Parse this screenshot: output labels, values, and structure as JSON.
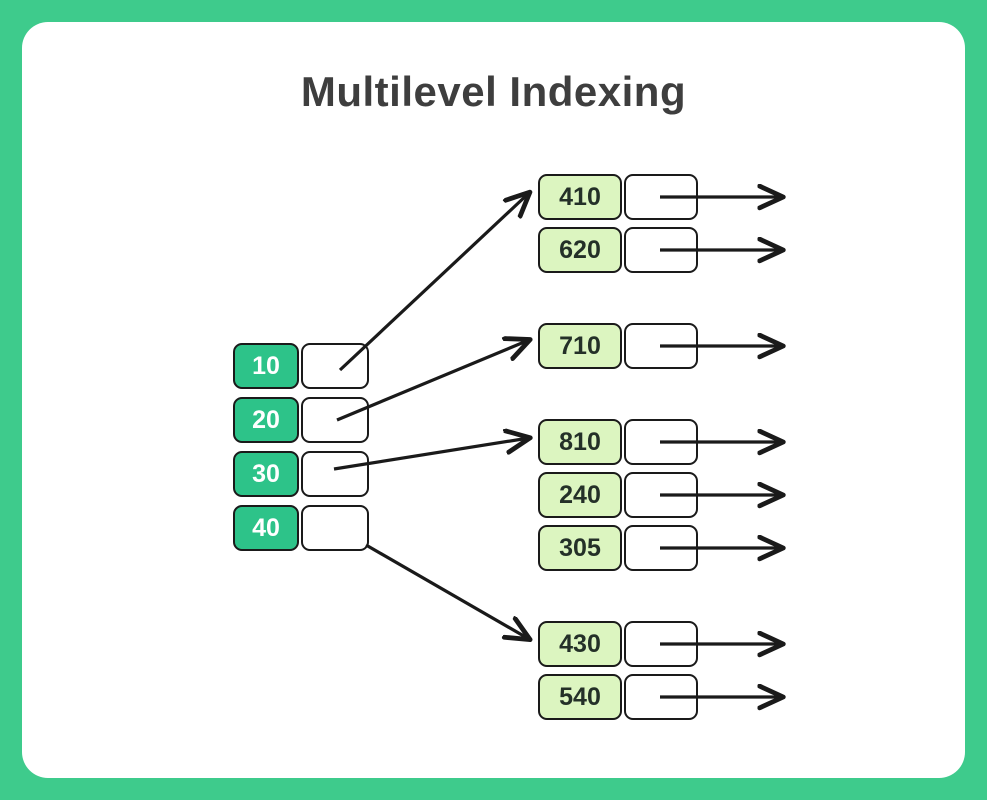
{
  "page": {
    "title": "Multilevel Indexing",
    "border_color": "#3ECB8C",
    "panel_color": "#ffffff"
  },
  "colors": {
    "level1_key_fill": "#2DC389",
    "level1_key_text": "#ffffff",
    "level2_key_fill": "#DCF5C0",
    "level2_key_text": "#243028",
    "pointer_fill": "#ffffff",
    "stroke": "#1a1a1a",
    "title_text": "#3E3E3E"
  },
  "level1": {
    "name": "outer-index",
    "entries": [
      {
        "key": "10",
        "pointer": ""
      },
      {
        "key": "20",
        "pointer": ""
      },
      {
        "key": "30",
        "pointer": ""
      },
      {
        "key": "40",
        "pointer": ""
      }
    ]
  },
  "level2": {
    "name": "inner-index-blocks",
    "blocks": [
      {
        "id": "block-1",
        "entries": [
          {
            "key": "410"
          },
          {
            "key": "620"
          }
        ]
      },
      {
        "id": "block-2",
        "entries": [
          {
            "key": "710"
          }
        ]
      },
      {
        "id": "block-3",
        "entries": [
          {
            "key": "810"
          },
          {
            "key": "240"
          },
          {
            "key": "305"
          }
        ]
      },
      {
        "id": "block-4",
        "entries": [
          {
            "key": "430"
          },
          {
            "key": "540"
          }
        ]
      }
    ]
  },
  "connectors": {
    "from_level1": [
      {
        "from": "10",
        "to": "410"
      },
      {
        "from": "20",
        "to": "710"
      },
      {
        "from": "30",
        "to": "810"
      },
      {
        "from": "40",
        "to": "430"
      }
    ],
    "data_arrows": [
      "410",
      "620",
      "710",
      "810",
      "240",
      "305",
      "430",
      "540"
    ]
  }
}
